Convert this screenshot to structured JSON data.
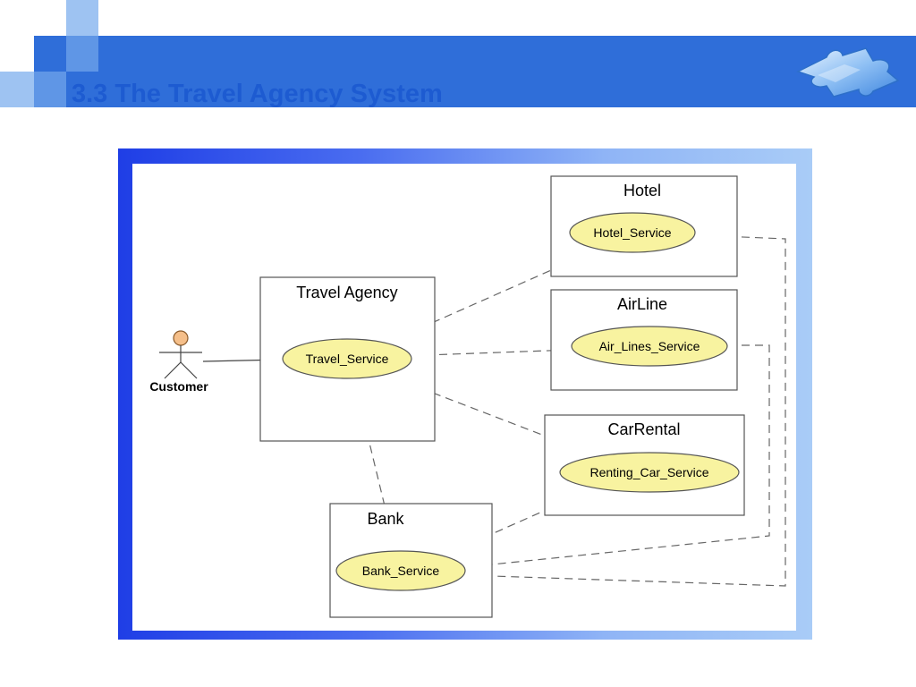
{
  "slide": {
    "title": "3.3 The Travel Agency System"
  },
  "theme": {
    "header_color": "#2f6ed9",
    "title_color": "#1d5bd1",
    "square_colors": [
      "#9ec3f2",
      "#5f96e6",
      "#2f6ed9"
    ],
    "usecase_fill": "#f8f3a0",
    "puzzle_icon": "puzzle-piece-icon"
  },
  "diagram": {
    "actor": {
      "name": "Customer"
    },
    "systems": [
      {
        "id": "travel_agency",
        "name": "Travel Agency",
        "service": "Travel_Service"
      },
      {
        "id": "hotel",
        "name": "Hotel",
        "service": "Hotel_Service"
      },
      {
        "id": "airline",
        "name": "AirLine",
        "service": "Air_Lines_Service"
      },
      {
        "id": "carrental",
        "name": "CarRental",
        "service": "Renting_Car_Service"
      },
      {
        "id": "bank",
        "name": "Bank",
        "service": "Bank_Service"
      }
    ]
  }
}
